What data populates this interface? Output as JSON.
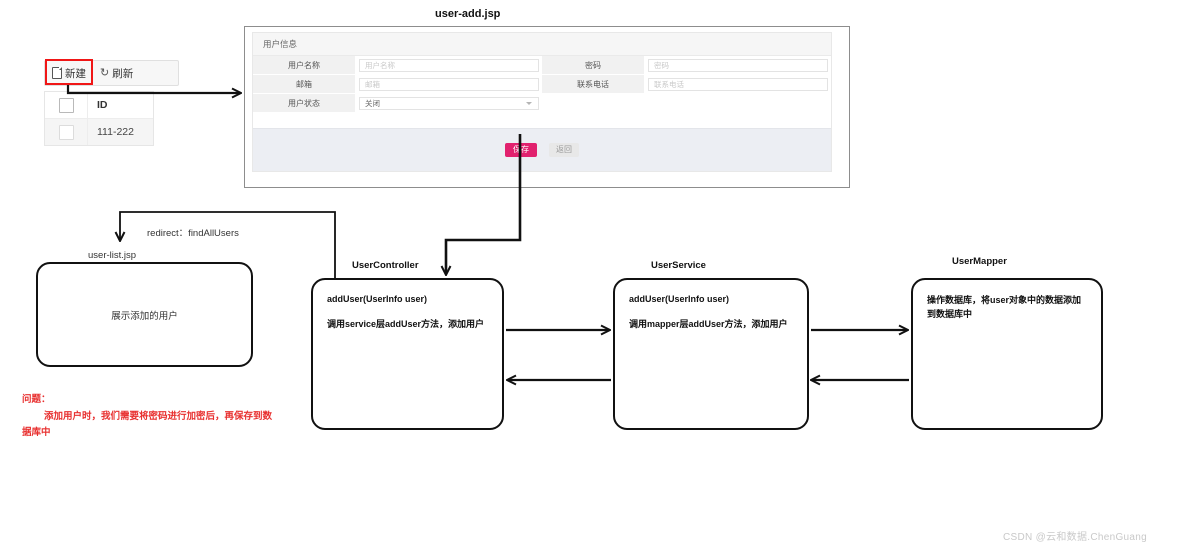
{
  "page": {
    "title": "user-add.jsp",
    "watermark": "CSDN @云和数据.ChenGuang"
  },
  "list_panel": {
    "toolbar": {
      "new_label": "新建",
      "new_icon": "document-icon",
      "refresh_label": "刷新",
      "refresh_icon": "refresh-icon",
      "highlight_color": "#f01616"
    },
    "table": {
      "header": {
        "id": "ID"
      },
      "rows": [
        {
          "id": "111-222"
        }
      ]
    }
  },
  "form_window": {
    "panel_header": "用户信息",
    "fields": [
      {
        "label": "用户名称",
        "placeholder": "用户名称",
        "value": "",
        "type": "text"
      },
      {
        "label": "密码",
        "placeholder": "密码",
        "value": "",
        "type": "text"
      },
      {
        "label": "邮箱",
        "placeholder": "邮箱",
        "value": "",
        "type": "text"
      },
      {
        "label": "联系电话",
        "placeholder": "联系电话",
        "value": "",
        "type": "text"
      },
      {
        "label": "用户状态",
        "placeholder": "",
        "value": "关闭",
        "type": "select"
      }
    ],
    "buttons": {
      "save": "保存",
      "back": "返回",
      "save_color": "#e1216e"
    }
  },
  "diagram": {
    "redirect_label": "redirect：findAllUsers",
    "nodes": [
      {
        "title": "user-list.jsp",
        "body": "展示添加的用户"
      },
      {
        "title": "UserController",
        "signature": "addUser(UserInfo user)",
        "description": "调用service层addUser方法，添加用户"
      },
      {
        "title": "UserService",
        "signature": "addUser(UserInfo user)",
        "description": "调用mapper层addUser方法，添加用户"
      },
      {
        "title": "UserMapper",
        "signature": "",
        "description": "操作数据库，将user对象中的数据添加到数据库中"
      }
    ]
  },
  "note": {
    "heading": "问题：",
    "body": "添加用户时，我们需要将密码进行加密后，再保存到数据库中",
    "color": "#e8302f"
  }
}
